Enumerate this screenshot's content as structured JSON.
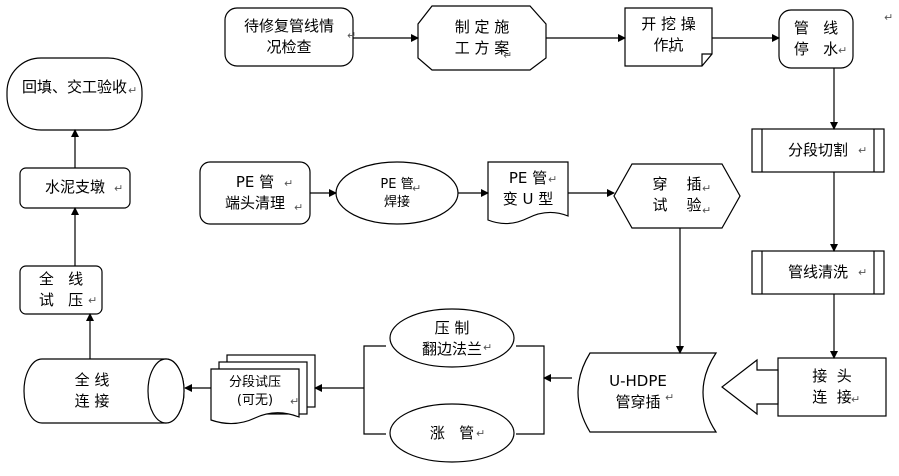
{
  "diagram": {
    "nodes": {
      "inspect": "待修复管线情\n况检查",
      "plan": "制 定 施\n工 方 案",
      "excavate": "开 挖 操\n作坑",
      "stop_water": "管   线\n停   水",
      "segment_cut": "分段切割",
      "pipe_clean": "管线清洗",
      "joint_connect": "接  头\n连  接",
      "uhdpe_insert": "U-HDPE\n管穿插",
      "press_flange": "压 制\n翻边法兰",
      "expand_pipe": "涨   管",
      "segment_test": "分段试压\n(可无)",
      "full_connect": "全 线\n连 接",
      "full_test": "全   线\n试   压",
      "cement_buttress": "水泥支墩",
      "backfill": "回填、交工验收",
      "pe_end_clean": "PE 管\n端头清理",
      "pe_weld": "PE 管\n焊接",
      "pe_ushape": "PE 管\n变 U 型",
      "insert_test": "穿    插\n试    验"
    }
  }
}
